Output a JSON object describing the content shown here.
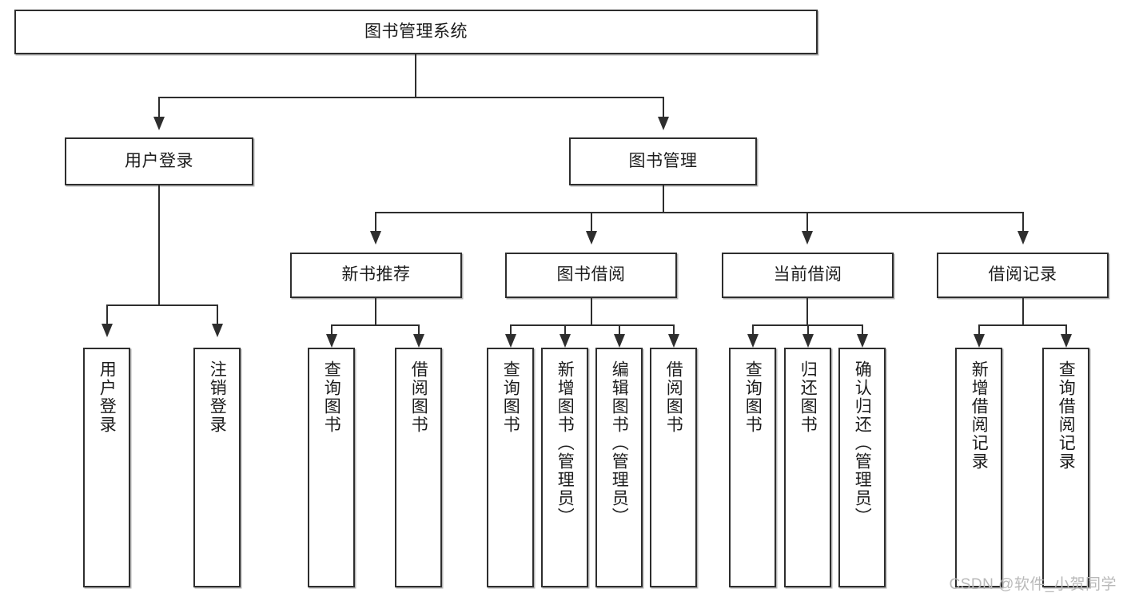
{
  "diagram": {
    "title": "图书管理系统",
    "type": "tree",
    "root": {
      "label": "图书管理系统"
    },
    "level2": [
      {
        "label": "用户登录"
      },
      {
        "label": "图书管理"
      }
    ],
    "level3": [
      {
        "label": "新书推荐"
      },
      {
        "label": "图书借阅"
      },
      {
        "label": "当前借阅"
      },
      {
        "label": "借阅记录"
      }
    ],
    "leaves": {
      "user_login": [
        {
          "label": "用户登录"
        },
        {
          "label": "注销登录"
        }
      ],
      "new_book_recommend": [
        {
          "label": "查询图书"
        },
        {
          "label": "借阅图书"
        }
      ],
      "book_borrow": [
        {
          "label": "查询图书"
        },
        {
          "label": "新增图书（管理员）"
        },
        {
          "label": "编辑图书（管理员）"
        },
        {
          "label": "借阅图书"
        }
      ],
      "current_borrow": [
        {
          "label": "查询图书"
        },
        {
          "label": "归还图书"
        },
        {
          "label": "确认归还（管理员）"
        }
      ],
      "borrow_record": [
        {
          "label": "新增借阅记录"
        },
        {
          "label": "查询借阅记录"
        }
      ]
    }
  },
  "watermark": {
    "text": "CSDN @软件_小贺同学"
  },
  "colors": {
    "stroke": "#2e2e2e",
    "fill": "#ffffff",
    "text": "#1c1c1c",
    "watermark": "#b9b9b9"
  }
}
